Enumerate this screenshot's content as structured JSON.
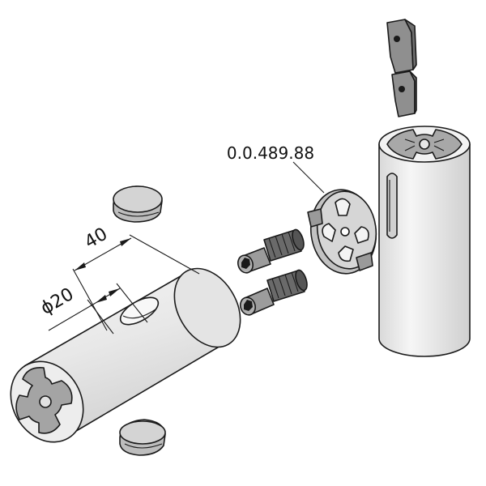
{
  "part_number": "0.0.489.88",
  "dimensions": {
    "length": "40",
    "diameter": "ϕ20"
  },
  "colors": {
    "body_fill": "#ececec",
    "profile_gray": "#9a9a9a",
    "plate_gray": "#b8b8b8",
    "dark_metal": "#4a4a4a",
    "line": "#1a1a1a"
  },
  "icons": {
    "socket_screw": "hex-socket-set-screw",
    "end_cap": "round-end-cap",
    "t_slot_nut": "t-slot-nut"
  }
}
